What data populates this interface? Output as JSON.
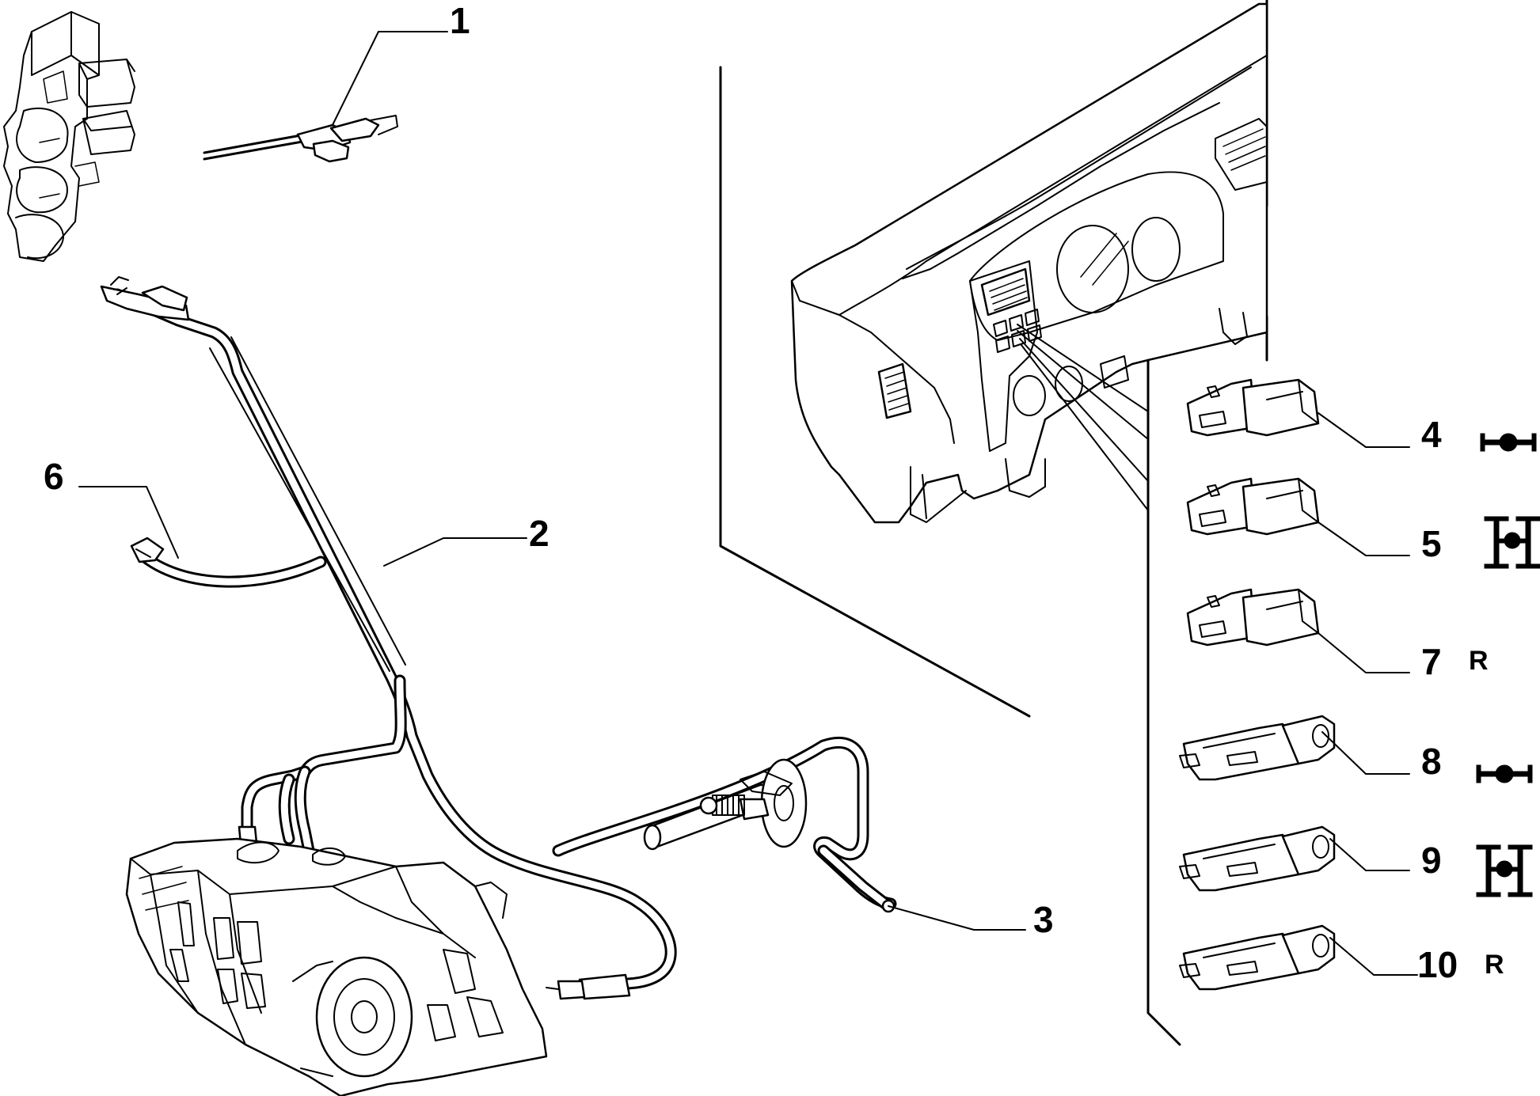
{
  "callouts": {
    "c1": "1",
    "c2": "2",
    "c3": "3",
    "c4": "4",
    "c5": "5",
    "c6": "6",
    "c7": "7",
    "c8": "8",
    "c9": "9",
    "c10": "10"
  },
  "suffixes": {
    "s7": "R",
    "s10": "R"
  },
  "icons": {
    "s4": "axle-lock-icon",
    "s5": "diff-lock-icon",
    "s8": "axle-lock-icon",
    "s9": "diff-lock-icon"
  }
}
